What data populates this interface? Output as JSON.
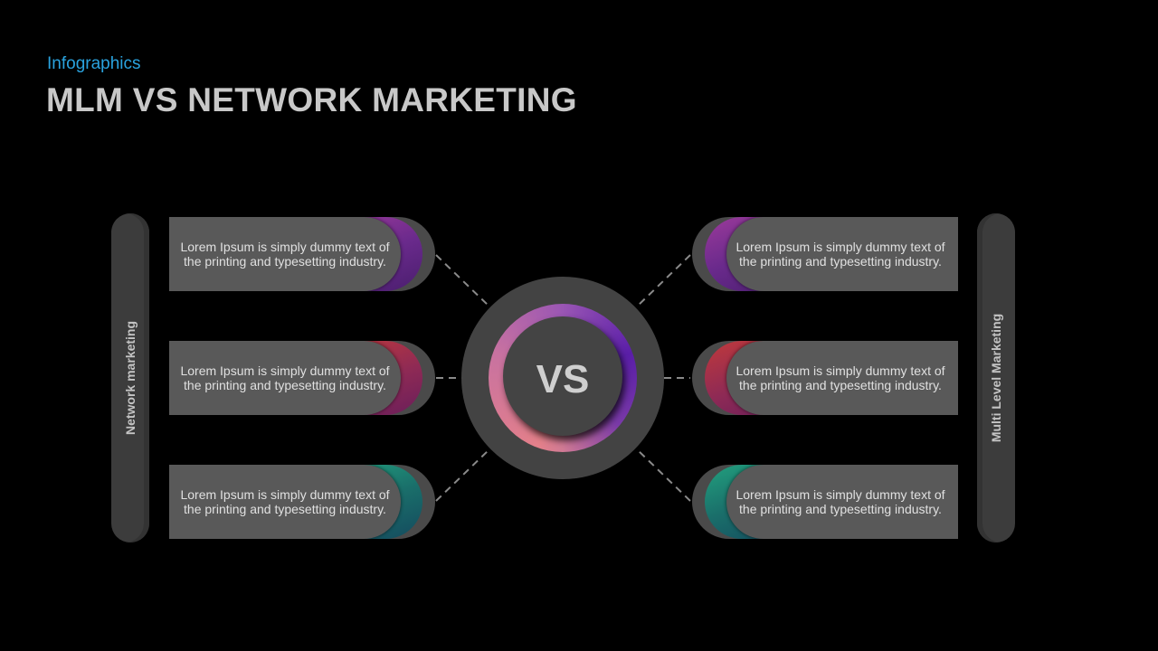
{
  "header": {
    "subtitle": "Infographics",
    "title": "MLM VS NETWORK MARKETING"
  },
  "center": {
    "label": "VS",
    "ring_gradient": [
      "#e4808a",
      "#9a56b4",
      "#5a1ea8"
    ]
  },
  "left": {
    "bar_label": "Network marketing",
    "cards": [
      {
        "text": "Lorem Ipsum is simply dummy text of the printing and typesetting industry.",
        "accent": "purple",
        "accent_color": "#8a3596"
      },
      {
        "text": "Lorem Ipsum is simply dummy text of the printing and typesetting industry.",
        "accent": "red",
        "accent_color": "#b03545"
      },
      {
        "text": "Lorem Ipsum is simply dummy text of the printing and typesetting industry.",
        "accent": "teal",
        "accent_color": "#1e8a76"
      }
    ]
  },
  "right": {
    "bar_label": "Multi Level Marketing",
    "cards": [
      {
        "text": "Lorem Ipsum is simply dummy text of the printing and typesetting industry.",
        "accent": "purple",
        "accent_color": "#8a3596"
      },
      {
        "text": "Lorem Ipsum is simply dummy text of the printing and typesetting industry.",
        "accent": "red",
        "accent_color": "#b03545"
      },
      {
        "text": "Lorem Ipsum is simply dummy text of the printing and typesetting industry.",
        "accent": "teal",
        "accent_color": "#1e8a76"
      }
    ]
  },
  "colors": {
    "background": "#000000",
    "subtitle": "#2aa3df",
    "title": "#c8c8c8",
    "card_face": "#595959",
    "bar": "#3c3c3c"
  }
}
